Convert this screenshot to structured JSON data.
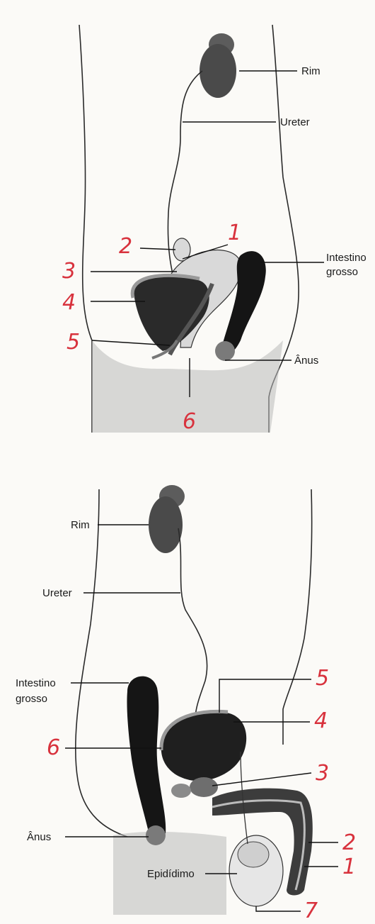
{
  "female_figure": {
    "labels": {
      "rim": "Rim",
      "ureter": "Ureter",
      "intestino_line1": "Intestino",
      "intestino_line2": "grosso",
      "anus": "Ânus"
    },
    "numbers": [
      "1",
      "2",
      "3",
      "4",
      "5",
      "6"
    ]
  },
  "male_figure": {
    "labels": {
      "rim": "Rim",
      "ureter": "Ureter",
      "intestino_line1": "Intestino",
      "intestino_line2": "grosso",
      "anus": "Ânus",
      "epididimo": "Epidídimo"
    },
    "numbers": [
      "5",
      "4",
      "6",
      "3",
      "2",
      "1",
      "7"
    ]
  },
  "colors": {
    "annotation_red": "#d8323d",
    "ink": "#1a1a1a"
  }
}
